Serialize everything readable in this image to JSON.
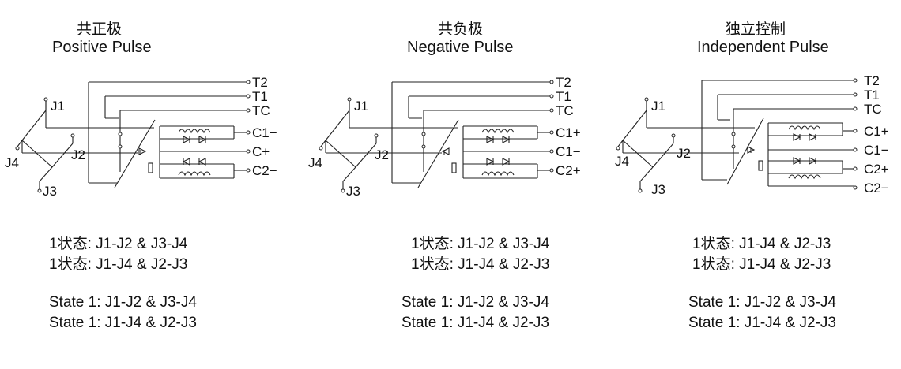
{
  "panels": [
    {
      "title_cn": "共正极",
      "title_en": "Positive Pulse",
      "terminals": [
        "T2",
        "T1",
        "TC",
        "C1−",
        "C+",
        "C2−"
      ],
      "switch_labels": [
        "J1",
        "J2",
        "J3",
        "J4"
      ],
      "state_lines": [
        "1状态: J1-J2 & J3-J4",
        "1状态: J1-J4 & J2-J3",
        "State 1: J1-J2 & J3-J4",
        "State 1: J1-J4 & J2-J3"
      ]
    },
    {
      "title_cn": "共负极",
      "title_en": "Negative Pulse",
      "terminals": [
        "T2",
        "T1",
        "TC",
        "C1+",
        "C1−",
        "C2+"
      ],
      "switch_labels": [
        "J1",
        "J2",
        "J3",
        "J4"
      ],
      "state_lines": [
        "1状态: J1-J2 & J3-J4",
        "1状态: J1-J4 & J2-J3",
        "State 1: J1-J2 & J3-J4",
        "State 1: J1-J4 & J2-J3"
      ]
    },
    {
      "title_cn": "独立控制",
      "title_en": "Independent Pulse",
      "terminals": [
        "T2",
        "T1",
        "TC",
        "C1+",
        "C1−",
        "C2+",
        "C2−"
      ],
      "switch_labels": [
        "J1",
        "J2",
        "J3",
        "J4"
      ],
      "state_lines": [
        "1状态: J1-J4 & J2-J3",
        "1状态: J1-J4 & J2-J3",
        "State 1: J1-J2 & J3-J4",
        "State 1: J1-J4 & J2-J3"
      ]
    }
  ]
}
